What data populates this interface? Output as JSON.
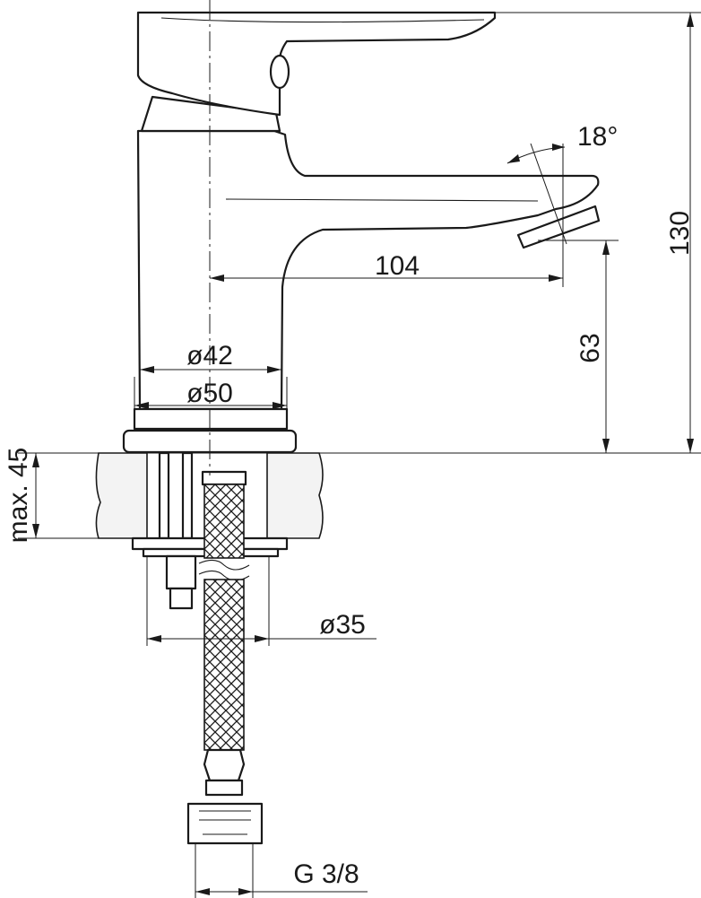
{
  "dimensions": {
    "angle": "18°",
    "total_height": "130",
    "spout_reach": "104",
    "spout_height": "63",
    "body_diameter": "ø42",
    "base_diameter": "ø50",
    "counter_thickness": "max. 45",
    "mount_diameter": "ø35",
    "hose_thread": "G 3/8"
  }
}
